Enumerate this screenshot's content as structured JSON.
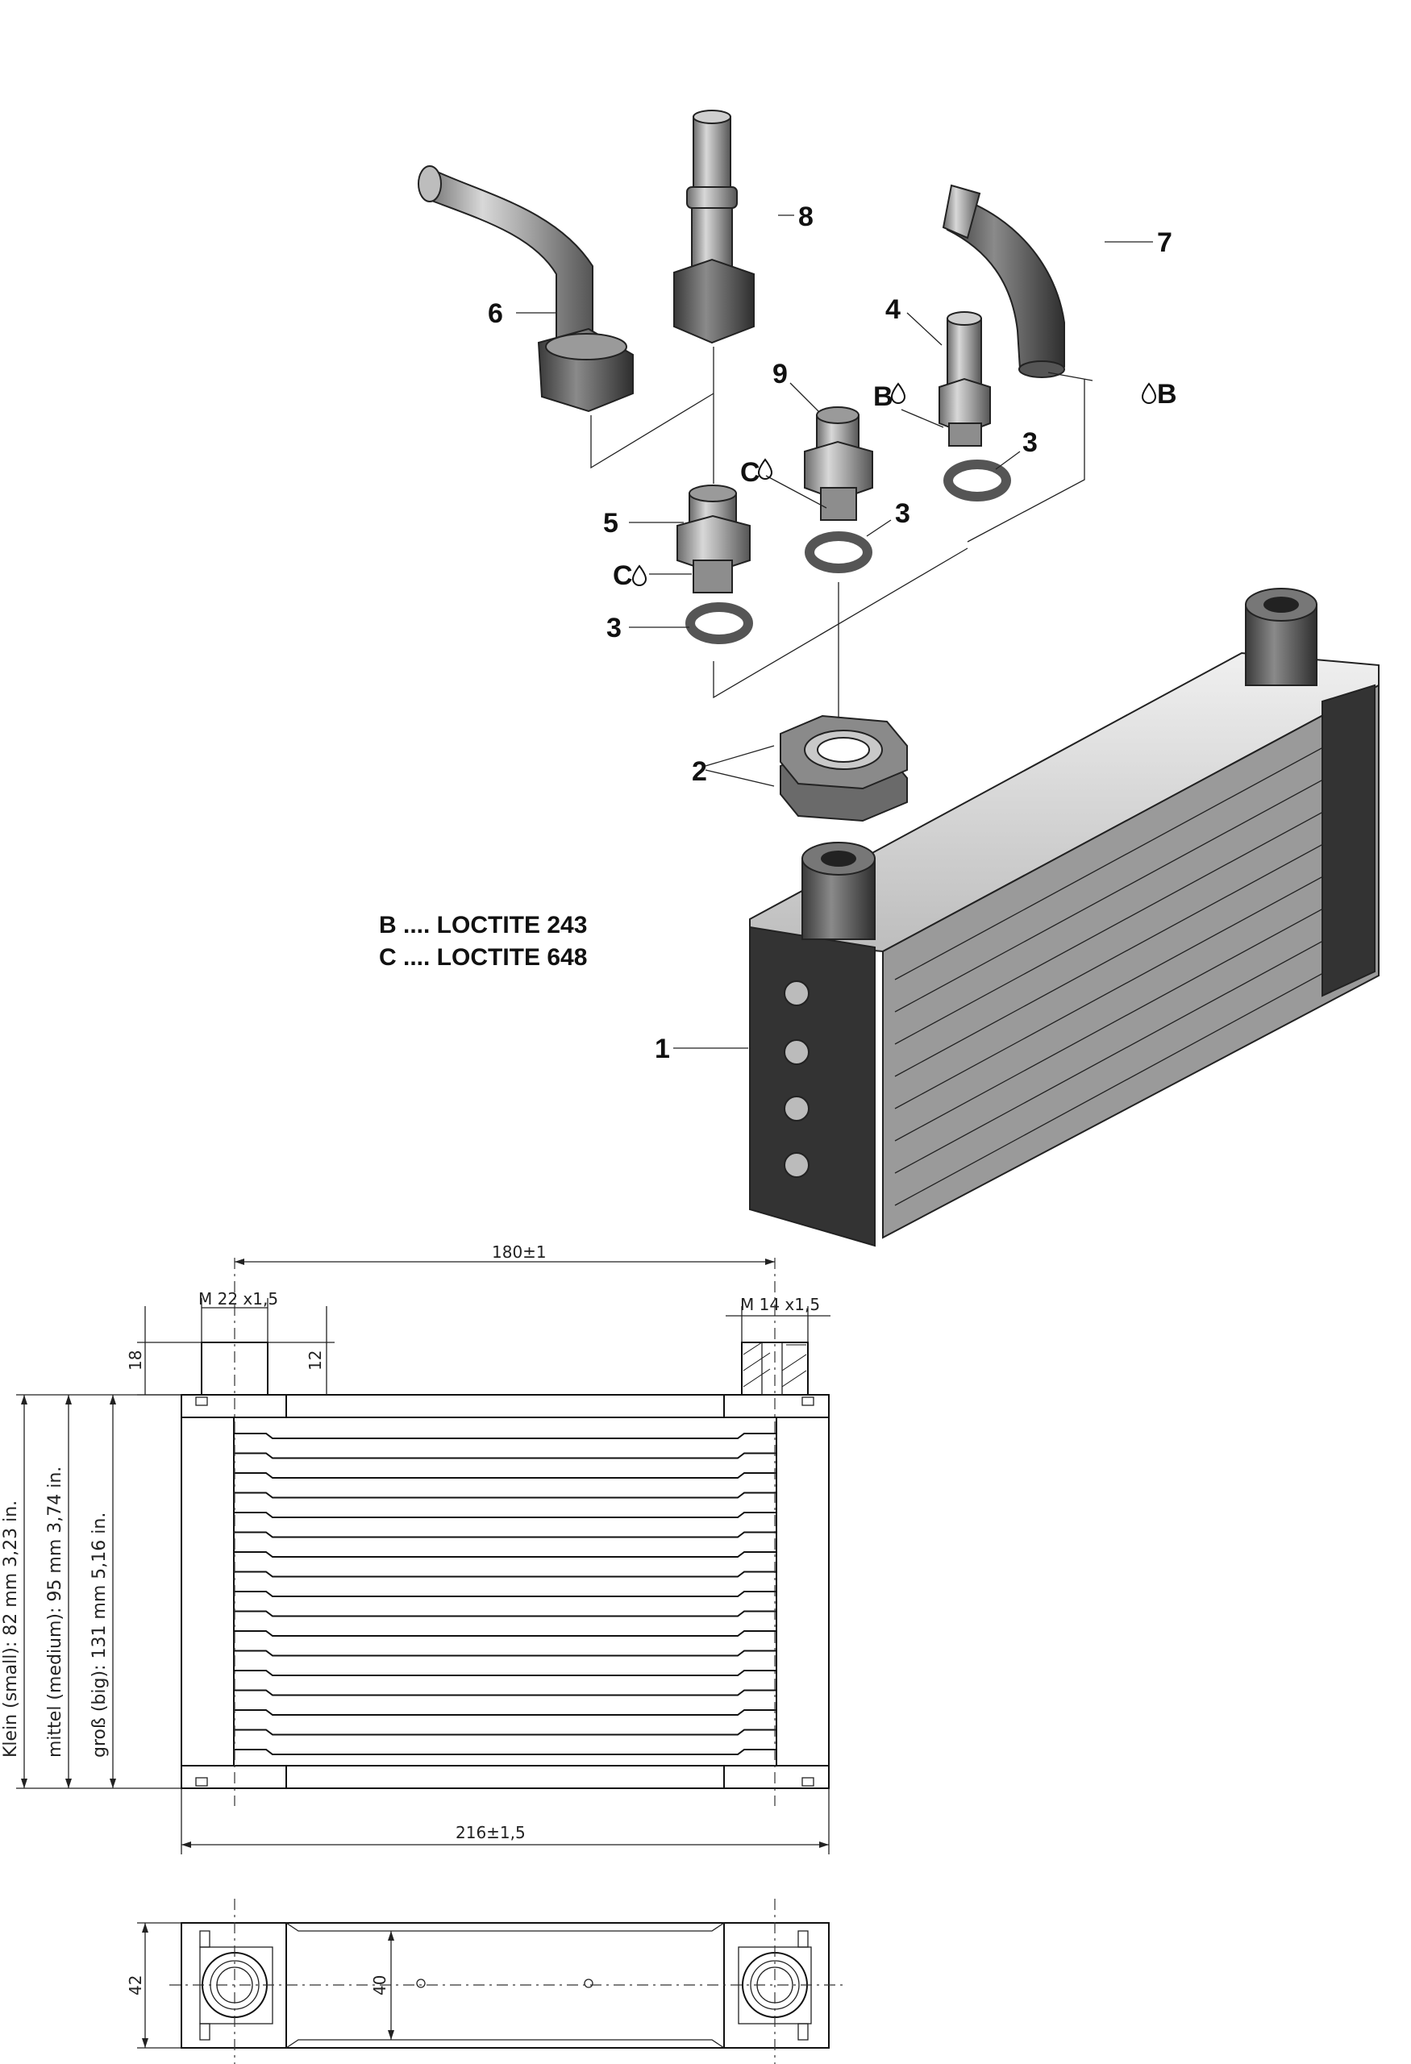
{
  "callouts": {
    "c1": "1",
    "c2": "2",
    "c3a": "3",
    "c3b": "3",
    "c3c": "3",
    "c4": "4",
    "c5": "5",
    "c6": "6",
    "c7": "7",
    "c8": "8",
    "c9": "9",
    "glue_b1": "B",
    "glue_b2": "B",
    "glue_c1": "C",
    "glue_c2": "C"
  },
  "legend": {
    "line_b": "B .... LOCTITE 243",
    "line_c": "C .... LOCTITE 648"
  },
  "dimensions": {
    "port_spacing": "180±1",
    "thread_left": "M 22 x1,5",
    "thread_right": "M 14 x1,5",
    "port_height": "18",
    "thread_depth": "12",
    "overall_length": "216±1,5",
    "depth_outer": "42",
    "depth_inner": "40"
  },
  "sizes": {
    "small": "Klein (small):      82 mm  3,23 in.",
    "medium": "mittel (medium):  95 mm  3,74 in.",
    "big": "groß (big):          131 mm 5,16 in."
  }
}
